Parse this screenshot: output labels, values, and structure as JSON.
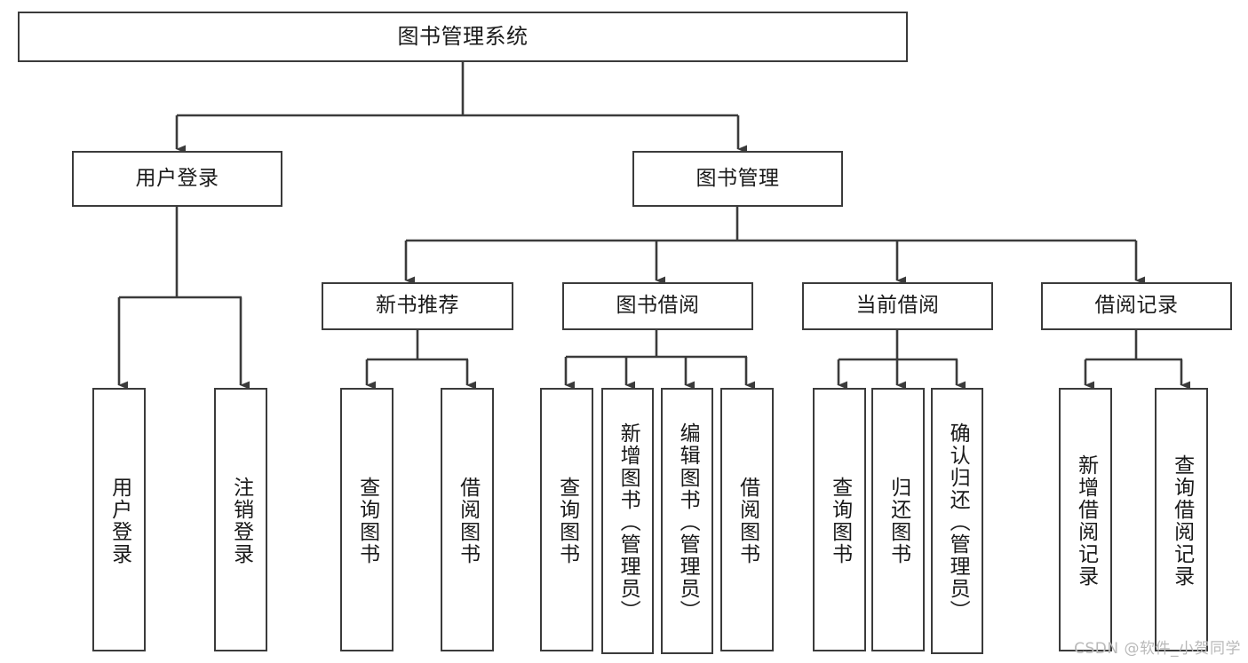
{
  "diagram": {
    "title": "图书管理系统",
    "type": "hierarchy-tree",
    "watermark": "CSDN @软件_小贺同学",
    "colors": {
      "box_border": "#3b3b3b",
      "box_fill": "#ffffff",
      "line": "#3b3b3b",
      "text": "#1a1a1a",
      "watermark": "#b9b9b9"
    },
    "levels": {
      "level1": [
        "图书管理系统"
      ],
      "level2": [
        "用户登录",
        "图书管理"
      ],
      "level3": [
        "新书推荐",
        "图书借阅",
        "当前借阅",
        "借阅记录"
      ],
      "level4": [
        "用户登录",
        "注销登录",
        "查询图书",
        "借阅图书",
        "查询图书",
        "新增图书（管理员）",
        "编辑图书（管理员）",
        "借阅图书",
        "查询图书",
        "归还图书",
        "确认归还（管理员）",
        "新增借阅记录",
        "查询借阅记录"
      ]
    },
    "nodes": {
      "root": {
        "label": "图书管理系统"
      },
      "user_login": {
        "label": "用户登录"
      },
      "book_manage": {
        "label": "图书管理"
      },
      "new_book_rec": {
        "label": "新书推荐"
      },
      "book_borrow": {
        "label": "图书借阅"
      },
      "current_borrow": {
        "label": "当前借阅"
      },
      "borrow_record": {
        "label": "借阅记录"
      },
      "leaf_user_login": {
        "label": "用户登录"
      },
      "leaf_logout": {
        "label": "注销登录"
      },
      "leaf_query_book_1": {
        "label": "查询图书"
      },
      "leaf_borrow_book_1": {
        "label": "借阅图书"
      },
      "leaf_query_book_2": {
        "label": "查询图书"
      },
      "leaf_add_book": {
        "label": "新增图书（管理员）"
      },
      "leaf_edit_book": {
        "label": "编辑图书（管理员）"
      },
      "leaf_borrow_book_2": {
        "label": "借阅图书"
      },
      "leaf_query_book_3": {
        "label": "查询图书"
      },
      "leaf_return_book": {
        "label": "归还图书"
      },
      "leaf_confirm_return": {
        "label": "确认归还（管理员）"
      },
      "leaf_add_record": {
        "label": "新增借阅记录"
      },
      "leaf_query_record": {
        "label": "查询借阅记录"
      }
    },
    "edges": [
      {
        "from": "root",
        "to": "user_login"
      },
      {
        "from": "root",
        "to": "book_manage"
      },
      {
        "from": "user_login",
        "to": "leaf_user_login"
      },
      {
        "from": "user_login",
        "to": "leaf_logout"
      },
      {
        "from": "book_manage",
        "to": "new_book_rec"
      },
      {
        "from": "book_manage",
        "to": "book_borrow"
      },
      {
        "from": "book_manage",
        "to": "current_borrow"
      },
      {
        "from": "book_manage",
        "to": "borrow_record"
      },
      {
        "from": "new_book_rec",
        "to": "leaf_query_book_1"
      },
      {
        "from": "new_book_rec",
        "to": "leaf_borrow_book_1"
      },
      {
        "from": "book_borrow",
        "to": "leaf_query_book_2"
      },
      {
        "from": "book_borrow",
        "to": "leaf_add_book"
      },
      {
        "from": "book_borrow",
        "to": "leaf_edit_book"
      },
      {
        "from": "book_borrow",
        "to": "leaf_borrow_book_2"
      },
      {
        "from": "current_borrow",
        "to": "leaf_query_book_3"
      },
      {
        "from": "current_borrow",
        "to": "leaf_return_book"
      },
      {
        "from": "current_borrow",
        "to": "leaf_confirm_return"
      },
      {
        "from": "borrow_record",
        "to": "leaf_add_record"
      },
      {
        "from": "borrow_record",
        "to": "leaf_query_record"
      }
    ]
  }
}
